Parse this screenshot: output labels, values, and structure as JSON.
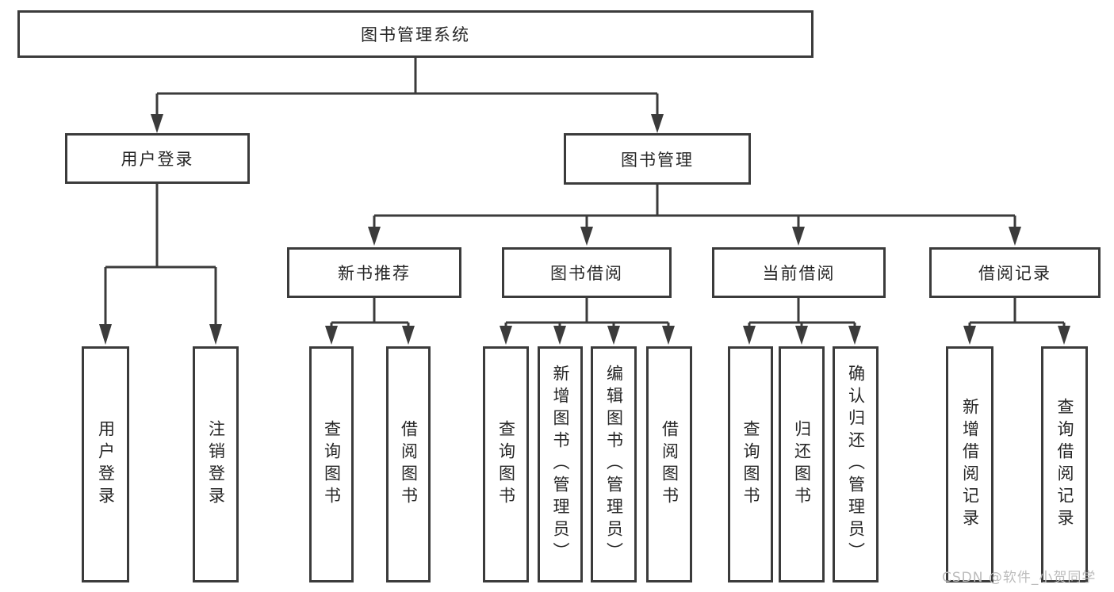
{
  "diagram": {
    "type": "hierarchy-tree",
    "background": "#ffffff",
    "colors": {
      "line": "#3b3b3b",
      "box_border": "#3b3b3b",
      "text": "#262626",
      "watermark": "#bcbcbc"
    }
  },
  "nodes": {
    "root": "图书管理系统",
    "user_login": "用户登录",
    "book_management": "图书管理",
    "new_book_recommend": "新书推荐",
    "book_borrow": "图书借阅",
    "current_borrow": "当前借阅",
    "borrow_records": "借阅记录",
    "leaf_user_login": "用户登录",
    "leaf_logout": "注销登录",
    "leaf_rec_query_book": "查询图书",
    "leaf_rec_borrow_book": "借阅图书",
    "leaf_bb_query_book": "查询图书",
    "leaf_bb_add_book": "新增图书（管理员）",
    "leaf_bb_edit_book": "编辑图书（管理员）",
    "leaf_bb_borrow_book": "借阅图书",
    "leaf_cb_query_book": "查询图书",
    "leaf_cb_return_book": "归还图书",
    "leaf_cb_confirm_return": "确认归还（管理员）",
    "leaf_br_add_record": "新增借阅记录",
    "leaf_br_query_record": "查询借阅记录"
  },
  "hierarchy": {
    "图书管理系统": {
      "用户登录": [
        "用户登录",
        "注销登录"
      ],
      "图书管理": {
        "新书推荐": [
          "查询图书",
          "借阅图书"
        ],
        "图书借阅": [
          "查询图书",
          "新增图书（管理员）",
          "编辑图书（管理员）",
          "借阅图书"
        ],
        "当前借阅": [
          "查询图书",
          "归还图书",
          "确认归还（管理员）"
        ],
        "借阅记录": [
          "新增借阅记录",
          "查询借阅记录"
        ]
      }
    }
  },
  "watermark": "CSDN @软件_小贺同学"
}
